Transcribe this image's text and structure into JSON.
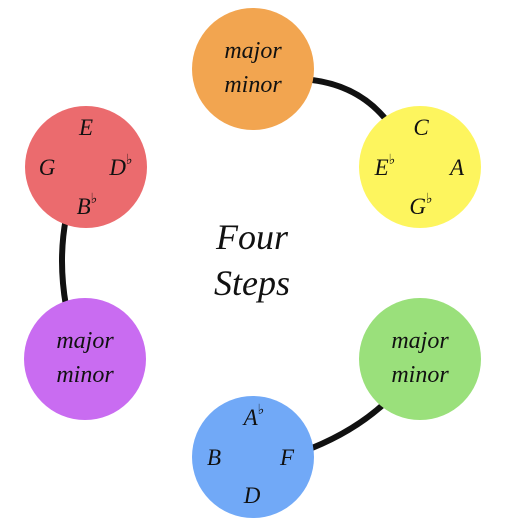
{
  "title": {
    "line1": "Four",
    "line2": "Steps"
  },
  "colors": {
    "orange": "#f2a550",
    "yellow": "#fdf55e",
    "red": "#eb6b6e",
    "purple": "#c96cf1",
    "green": "#9ae07b",
    "blue": "#71a9f7",
    "connector": "#111111"
  },
  "nodes": {
    "orange": {
      "line1": "major",
      "line2": "minor"
    },
    "yellow": {
      "top": "C",
      "left": "E",
      "left_acc": "♭",
      "right": "A",
      "bottom": "G",
      "bottom_acc": "♭"
    },
    "red": {
      "top": "E",
      "left": "G",
      "right": "D",
      "right_acc": "♭",
      "bottom": "B",
      "bottom_acc": "♭"
    },
    "purple": {
      "line1": "major",
      "line2": "minor"
    },
    "green": {
      "line1": "major",
      "line2": "minor"
    },
    "blue": {
      "top": "A",
      "top_acc": "♭",
      "left": "B",
      "right": "F",
      "bottom": "D"
    }
  }
}
